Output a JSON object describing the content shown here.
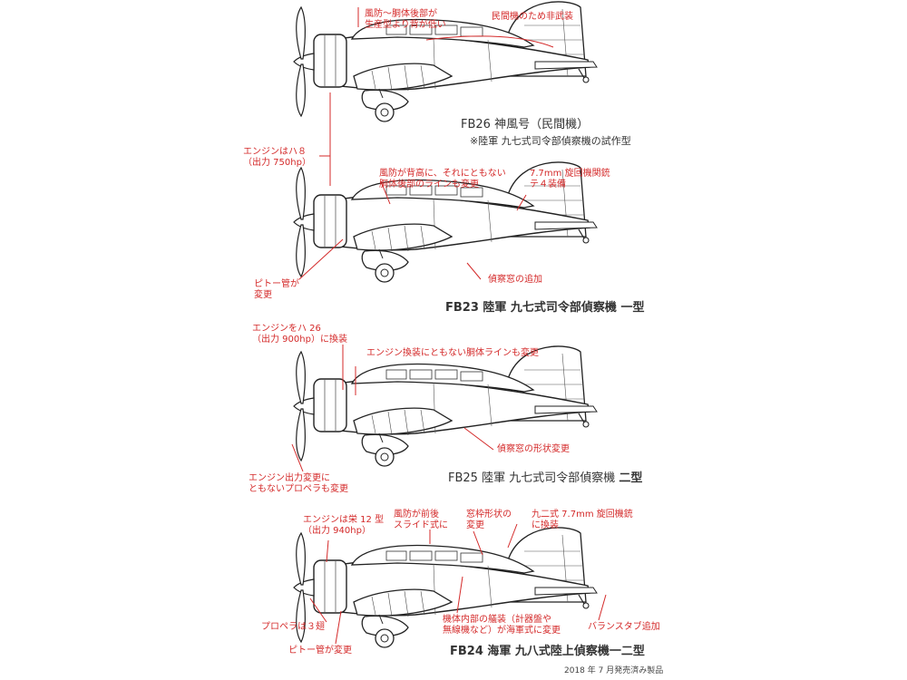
{
  "colors": {
    "annotation": "#d42a2a",
    "line": "#222222",
    "caption": "#333333",
    "background": "#ffffff"
  },
  "aircraft": [
    {
      "caption": "FB26 神風号（民間機）",
      "subcaption": "※陸軍 九七式司令部偵察機の試作型",
      "annotations": {
        "canopy": "風防～胴体後部が\n生産型より背が低い",
        "civil": "民間機のため非武装",
        "engine": "エンジンはハ８\n（出力 750hp）"
      }
    },
    {
      "caption_prefix": "FB23 陸軍 九七式司令部偵察機 ",
      "caption_emph": "一型",
      "annotations": {
        "canopy": "風防が背高に、それにともない\n胴体後部のラインも変更",
        "gun": "7.7mm 旋回機関銃\nテ４装備",
        "window": "偵察窓の追加",
        "pitot": "ピトー管が\n変更"
      }
    },
    {
      "caption_prefix": "FB25 陸軍 九七式司令部偵察機 ",
      "caption_emph": "二型",
      "annotations": {
        "engine": "エンジンをハ 26\n（出力 900hp）に換装",
        "line": "エンジン換装にともない胴体ラインも変更",
        "window": "偵察窓の形状変更",
        "prop": "エンジン出力変更に\nともないプロペラも変更"
      }
    },
    {
      "caption": "FB24 海軍 九八式陸上偵察機一二型",
      "annotations": {
        "engine": "エンジンは栄 12 型\n（出力 940hp）",
        "canopy": "風防が前後\nスライド式に",
        "frame": "窓枠形状の\n変更",
        "gun": "九二式 7.7mm 旋回機銃\nに換装",
        "interior": "機体内部の艤装（計器盤や\n無線機など）が海軍式に変更",
        "prop": "プロペラは３翅",
        "pitot": "ピトー管が変更",
        "tab": "バランスタブ追加"
      }
    }
  ],
  "footer": "2018 年 7 月発売済み製品"
}
